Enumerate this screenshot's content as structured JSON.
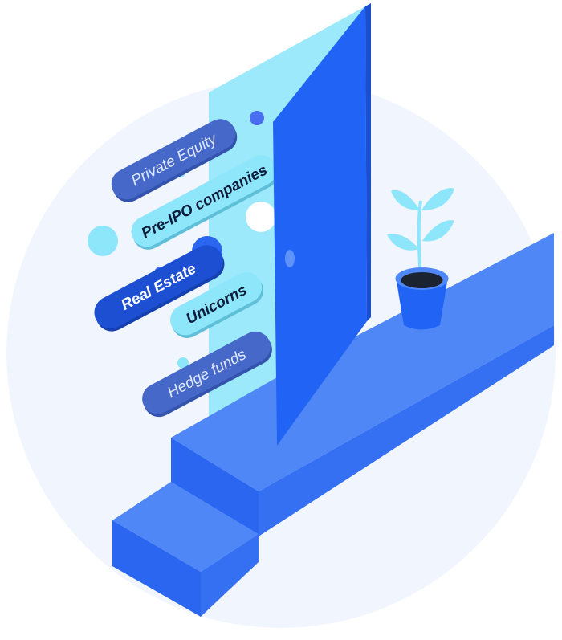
{
  "tags": [
    {
      "label": "Private Equity",
      "color": "#4568c9",
      "text_color": "#dfe8ff"
    },
    {
      "label": "Pre-IPO companies",
      "color": "#8ee6fb",
      "text_color": "#0d1b3a"
    },
    {
      "label": "Real Estate",
      "color": "#1c4fd1",
      "text_color": "#ffffff"
    },
    {
      "label": "Unicorns",
      "color": "#8ee6fb",
      "text_color": "#0d1b3a"
    },
    {
      "label": "Hedge funds",
      "color": "#4568c9",
      "text_color": "#dfe8ff"
    }
  ],
  "colors": {
    "background_circle": "#f1f5fe",
    "doorway": "#9be9fb",
    "door": "#2164f5",
    "floor_top": "#4f88f6",
    "floor_front": "#2a66f0"
  }
}
